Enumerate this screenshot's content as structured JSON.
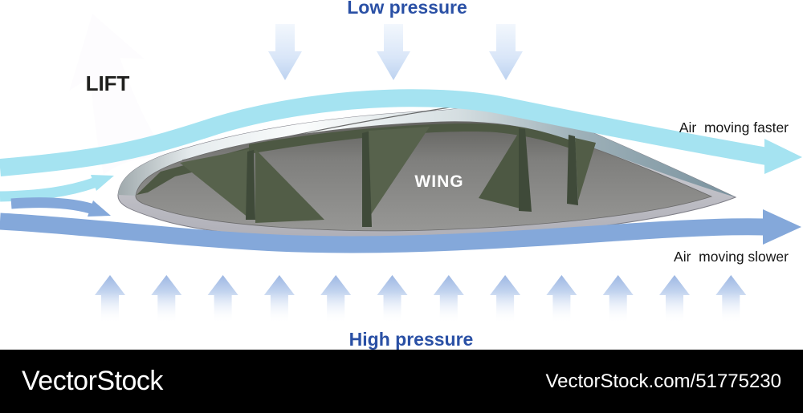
{
  "labels": {
    "low_pressure": "Low pressure",
    "high_pressure": "High pressure",
    "lift": "LIFT",
    "wing": "WING",
    "air_faster": "Air  moving faster",
    "air_slower": "Air  moving slower"
  },
  "footer": {
    "brand": "VectorStock",
    "watermark": "VectorStock.com/51775230"
  },
  "diagram": {
    "down_arrow_count": 3,
    "up_arrow_count": 12
  },
  "colors": {
    "fast_stream_cyan": "#a5e3f1",
    "slow_stream_blue": "#84a8da",
    "pressure_text_blue": "#2a50a5",
    "pressure_arrow_blue": "#9db7e3",
    "lift_arrow_purple": "#b096c6",
    "wing_skin_gray": "#c7c7cd",
    "wing_rib_olive": "#4d5843",
    "wing_interior_gray": "#8a8a8a",
    "footer_background": "#000000",
    "footer_text": "#ffffff"
  }
}
